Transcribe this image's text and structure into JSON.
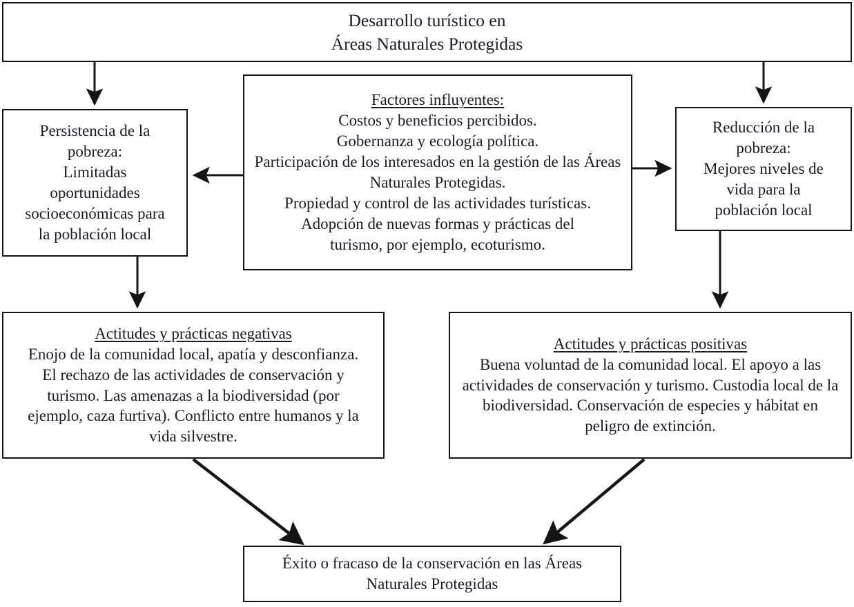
{
  "diagram": {
    "title": "Desarrollo turístico en Áreas Naturales Protegidas",
    "nodes": {
      "top": {
        "lines": [
          "Desarrollo turístico en",
          "Áreas Naturales Protegidas"
        ]
      },
      "left": {
        "lines": [
          "Persistencia de la",
          "pobreza:",
          "Limitadas",
          "oportunidades",
          "socioeconómicas para",
          "la población local"
        ]
      },
      "factors": {
        "heading": "Factores influyentes:",
        "lines": [
          "Costos y beneficios percibidos.",
          "Gobernanza y ecología política.",
          "Participación de los interesados en la gestión de las Áreas Naturales Protegidas.",
          "Propiedad y control de las actividades turísticas.",
          "Adopción de nuevas formas y prácticas del turismo, por ejemplo, ecoturismo."
        ]
      },
      "right": {
        "lines": [
          "Reducción de la",
          "pobreza:",
          "Mejores niveles de",
          "vida para la",
          "población local"
        ]
      },
      "negative": {
        "heading": "Actitudes y prácticas negativas",
        "body": "Enojo de la comunidad local, apatía y desconfianza. El rechazo de las actividades de conservación y turismo. Las amenazas a la biodiversidad (por ejemplo, caza furtiva). Conflicto entre humanos y la vida silvestre."
      },
      "positive": {
        "heading": "Actitudes y prácticas positivas",
        "body": "Buena voluntad de la comunidad local. El apoyo a las actividades de conservación y turismo. Custodia local de la biodiversidad. Conservación de especies y hábitat en peligro de extinción."
      },
      "outcome": {
        "lines": [
          "Éxito o fracaso de la conservación en las Áreas",
          "Naturales Protegidas"
        ]
      }
    },
    "connectors": [
      {
        "name": "top-to-left",
        "from": "top",
        "to": "left",
        "direction": "down"
      },
      {
        "name": "top-to-right",
        "from": "top",
        "to": "right",
        "direction": "down"
      },
      {
        "name": "factors-to-left",
        "from": "factors",
        "to": "left",
        "direction": "left"
      },
      {
        "name": "factors-to-right",
        "from": "factors",
        "to": "right",
        "direction": "right"
      },
      {
        "name": "left-to-negative",
        "from": "left",
        "to": "negative",
        "direction": "down"
      },
      {
        "name": "right-to-positive",
        "from": "right",
        "to": "positive",
        "direction": "down"
      },
      {
        "name": "negative-to-outcome",
        "from": "negative",
        "to": "outcome",
        "direction": "down-right"
      },
      {
        "name": "positive-to-outcome",
        "from": "positive",
        "to": "outcome",
        "direction": "down-left"
      }
    ],
    "colors": {
      "border": "#151515",
      "text": "#1b1b26",
      "background": "#ffffff",
      "arrow": "#151515"
    }
  }
}
